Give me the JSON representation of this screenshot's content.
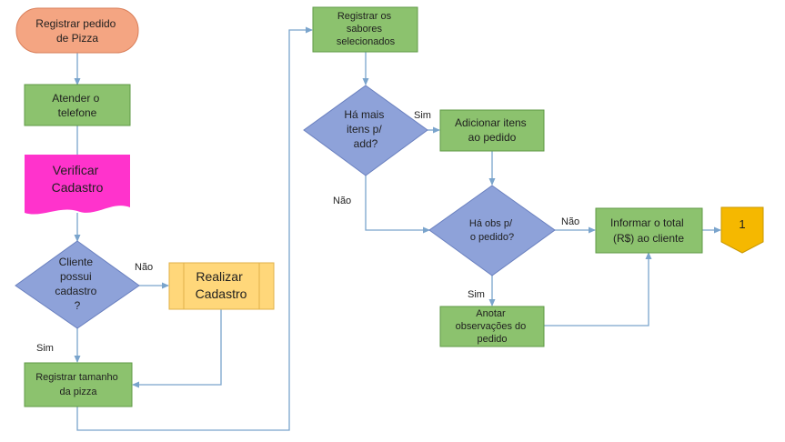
{
  "colors": {
    "process_fill": "#8cc26e",
    "process_stroke": "#5f9a46",
    "decision_fill": "#8ea2d9",
    "decision_stroke": "#6a80bf",
    "terminal_fill": "#f4a582",
    "terminal_stroke": "#d97f5a",
    "document_fill": "#ff33cc",
    "predefined_fill": "#ffd77a",
    "predefined_stroke": "#e0b24a",
    "connector_fill": "#f5b800",
    "connector_stroke": "#c99700",
    "arrow": "#7aa4cc"
  },
  "nodes": {
    "start": [
      "Registrar pedido",
      "de Pizza"
    ],
    "atender": [
      "Atender o",
      "telefone"
    ],
    "verificar": [
      "Verificar",
      "Cadastro"
    ],
    "cliente_possui": [
      "Cliente",
      "possui",
      "cadastro",
      "?"
    ],
    "realizar": [
      "Realizar",
      "Cadastro"
    ],
    "tamanho": [
      "Registrar tamanho",
      "da pizza"
    ],
    "sabores": [
      "Registrar os",
      "sabores",
      "selecionados"
    ],
    "ha_mais": [
      "Há mais",
      "itens p/",
      "add?"
    ],
    "adicionar": [
      "Adicionar itens",
      "ao pedido"
    ],
    "ha_obs": [
      "Há obs p/",
      "o pedido?"
    ],
    "anotar": [
      "Anotar",
      "observações do",
      "pedido"
    ],
    "informar": [
      "Informar o total",
      "(R$) ao cliente"
    ],
    "connector": [
      "1"
    ]
  },
  "edge_labels": {
    "cliente_nao": "Não",
    "cliente_sim": "Sim",
    "mais_sim": "Sim",
    "mais_nao": "Não",
    "obs_nao": "Não",
    "obs_sim": "Sim"
  }
}
